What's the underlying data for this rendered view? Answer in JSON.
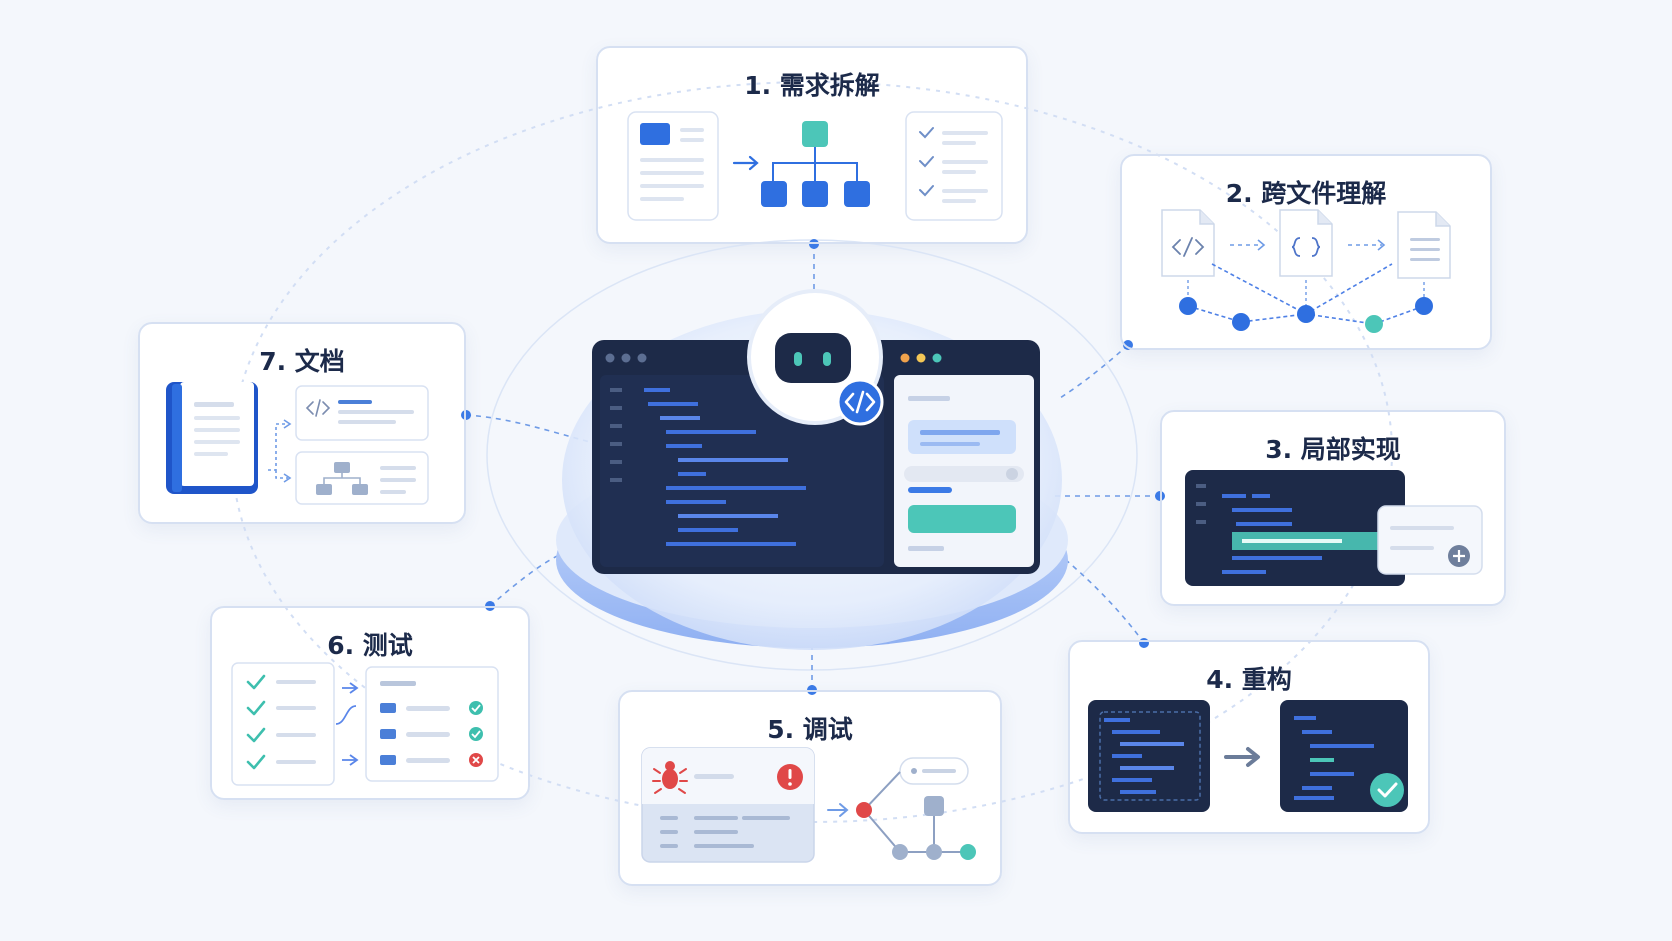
{
  "nodes": [
    {
      "id": "n1",
      "label": "1. 需求拆解",
      "icon": "task-breakdown-icon"
    },
    {
      "id": "n2",
      "label": "2. 跨文件理解",
      "icon": "file-graph-icon"
    },
    {
      "id": "n3",
      "label": "3. 局部实现",
      "icon": "code-insert-icon"
    },
    {
      "id": "n4",
      "label": "4. 重构",
      "icon": "code-refactor-icon"
    },
    {
      "id": "n5",
      "label": "5. 调试",
      "icon": "bug-icon"
    },
    {
      "id": "n6",
      "label": "6. 测试",
      "icon": "test-checklist-icon"
    },
    {
      "id": "n7",
      "label": "7. 文档",
      "icon": "document-book-icon"
    }
  ],
  "center": {
    "icon": "robot-icon",
    "badge_icon": "code-brackets-icon"
  },
  "colors": {
    "primary": "#2f6fe0",
    "teal": "#4cc6b8",
    "navy": "#1d2a48",
    "red": "#e04848",
    "border": "#d6e0f2",
    "background": "#f4f7fc"
  }
}
